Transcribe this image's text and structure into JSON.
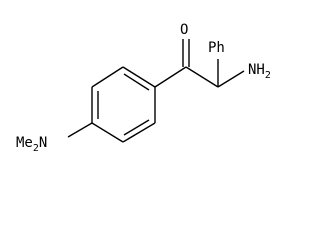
{
  "molecule": {
    "labels": {
      "oxygen": "O",
      "phenyl": "Ph",
      "amino_n": "NH",
      "amino_sub": "2",
      "dimethylamino_n": "N",
      "dimethylamino_prefix": "Me",
      "dimethylamino_sub": "2"
    },
    "colors": {
      "bond": "#000000",
      "text": "#000000",
      "background": "#ffffff"
    }
  }
}
